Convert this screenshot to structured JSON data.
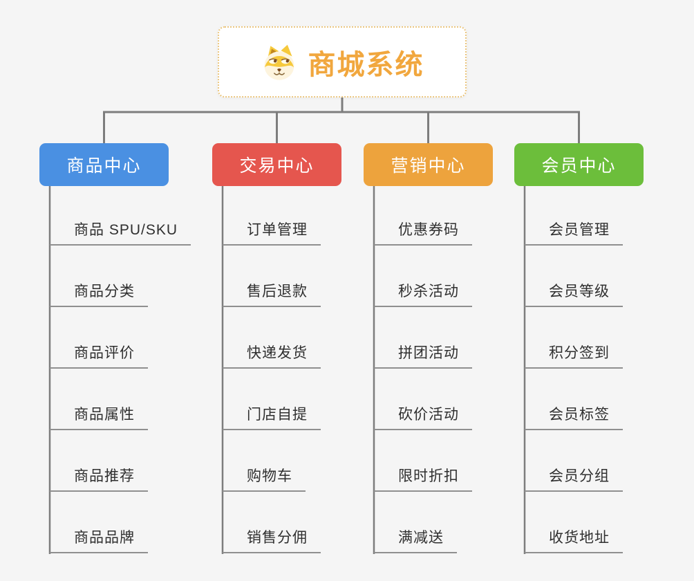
{
  "root": {
    "title": "商城系统",
    "icon": "dog-face-icon",
    "title_color": "#f1a73e"
  },
  "branches": [
    {
      "label": "商品中心",
      "color": "#4a90e2",
      "items": [
        "商品 SPU/SKU",
        "商品分类",
        "商品评价",
        "商品属性",
        "商品推荐",
        "商品品牌"
      ]
    },
    {
      "label": "交易中心",
      "color": "#e5564e",
      "items": [
        "订单管理",
        "售后退款",
        "快递发货",
        "门店自提",
        "购物车",
        "销售分佣"
      ]
    },
    {
      "label": "营销中心",
      "color": "#eda33d",
      "items": [
        "优惠券码",
        "秒杀活动",
        "拼团活动",
        "砍价活动",
        "限时折扣",
        "满减送"
      ]
    },
    {
      "label": "会员中心",
      "color": "#6cbe3b",
      "items": [
        "会员管理",
        "会员等级",
        "积分签到",
        "会员标签",
        "会员分组",
        "收货地址"
      ]
    }
  ],
  "colors": {
    "background": "#f5f5f5",
    "connector_line": "#7d7d7d",
    "item_underline": "#8f8f8f",
    "root_border": "#ebc67f",
    "item_text": "#2f2f2f"
  }
}
